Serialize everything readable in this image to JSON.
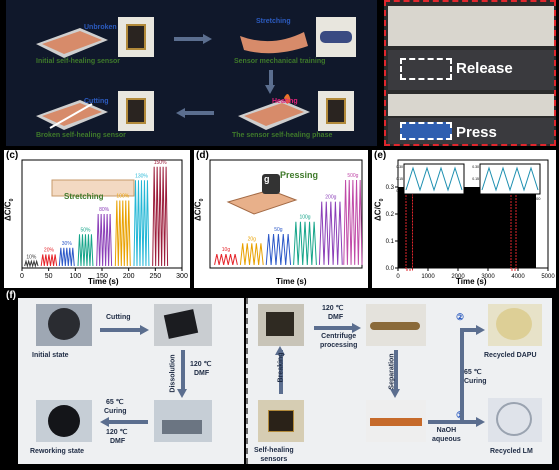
{
  "panel_a": {
    "labels": {
      "unbroken": "Unbroken",
      "initial": "Initial self-healing sensor",
      "stretching": "Stretching",
      "training": "Sensor mechanical training",
      "cutting": "Cutting",
      "broken": "Broken self-healing sensor",
      "heating": "Heating",
      "healing_phase": "The sensor self-healing phase"
    }
  },
  "panel_b": {
    "release": "Release",
    "press": "Press"
  },
  "chart_stretch": {
    "label": "(c)",
    "ylabel": "ΔC/C",
    "ylabel_sub": "0",
    "xlabel": "Time (s)",
    "annotation": "Stretching",
    "xticks": [
      "0",
      "50",
      "100",
      "150",
      "200",
      "250",
      "300"
    ],
    "chart_data": {
      "type": "line",
      "xlim": [
        0,
        300
      ],
      "ylim": [
        0,
        1.6
      ],
      "series": [
        {
          "name": "10%",
          "color": "#3a3a3a",
          "x0": 5,
          "x1": 30,
          "peak": 0.1
        },
        {
          "name": "20%",
          "color": "#e5242a",
          "x0": 36,
          "x1": 65,
          "peak": 0.2
        },
        {
          "name": "30%",
          "color": "#2c58c8",
          "x0": 70,
          "x1": 98,
          "peak": 0.3
        },
        {
          "name": "50%",
          "color": "#16a58a",
          "x0": 105,
          "x1": 133,
          "peak": 0.5
        },
        {
          "name": "80%",
          "color": "#8b3fb8",
          "x0": 140,
          "x1": 168,
          "peak": 0.8
        },
        {
          "name": "100%",
          "color": "#e9a100",
          "x0": 175,
          "x1": 203,
          "peak": 1.0
        },
        {
          "name": "130%",
          "color": "#23b7d6",
          "x0": 210,
          "x1": 238,
          "peak": 1.3
        },
        {
          "name": "150%",
          "color": "#9b1c3a",
          "x0": 245,
          "x1": 273,
          "peak": 1.5
        }
      ]
    }
  },
  "chart_press": {
    "label": "(d)",
    "ylabel": "ΔC/C",
    "ylabel_sub": "0",
    "xlabel": "Time (s)",
    "annotation": "Pressing",
    "weight_glyph": "g",
    "chart_data": {
      "type": "line",
      "xlim": [
        0,
        100
      ],
      "ylim": [
        0,
        0.7
      ],
      "series": [
        {
          "name": "10g",
          "color": "#e5242a",
          "x0": 3,
          "x1": 18,
          "peak": 0.09
        },
        {
          "name": "20g",
          "color": "#e9a100",
          "x0": 20,
          "x1": 35,
          "peak": 0.16
        },
        {
          "name": "50g",
          "color": "#2c58c8",
          "x0": 37,
          "x1": 53,
          "peak": 0.22
        },
        {
          "name": "100g",
          "color": "#16a58a",
          "x0": 55,
          "x1": 70,
          "peak": 0.3
        },
        {
          "name": "200g",
          "color": "#8b3fb8",
          "x0": 72,
          "x1": 87,
          "peak": 0.43
        },
        {
          "name": "500g",
          "color": "#c04aa8",
          "x0": 88,
          "x1": 100,
          "peak": 0.57
        }
      ]
    }
  },
  "chart_cycle": {
    "label": "(e)",
    "ylabel": "ΔC/C",
    "ylabel_sub": "0",
    "xlabel": "Time (s)",
    "yticks": [
      "0.0",
      "0.1",
      "0.2",
      "0.3"
    ],
    "xticks": [
      "0",
      "1000",
      "2000",
      "3000",
      "4000",
      "5000"
    ],
    "inset1_xticks": [
      "300",
      "350",
      "400",
      "450"
    ],
    "inset2_xticks": [
      "3800",
      "3850",
      "3900"
    ],
    "inset_yticks": [
      "0.30",
      "0.15",
      "0.00"
    ],
    "chart_data": {
      "type": "line",
      "xlim": [
        0,
        5000
      ],
      "ylim": [
        0,
        0.4
      ],
      "band_low": 0.0,
      "band_high": 0.3,
      "band_x": [
        0,
        4600
      ],
      "highlight_ranges": [
        [
          300,
          450
        ],
        [
          3800,
          3900
        ]
      ]
    }
  },
  "panel_f": {
    "label": "(f)",
    "initial_state": "Initial state",
    "cutting": "Cutting",
    "dissolution": "Dissolution",
    "temp_120": "120 ℃",
    "dmf": "DMF",
    "reworking": "Reworking state",
    "temp_65": "65 ℃",
    "curing": "Curing",
    "breaking": "Breaking",
    "self_healing_sensors": "Self-healing\nsensors",
    "centrifuge": "Centrifuge\nprocessing",
    "separation": "Separation",
    "naoh": "NaOH\naqueous",
    "recycled_dapu": "Recycled DAPU",
    "recycled_lm": "Recycled LM",
    "step1": "①",
    "step2": "②"
  }
}
